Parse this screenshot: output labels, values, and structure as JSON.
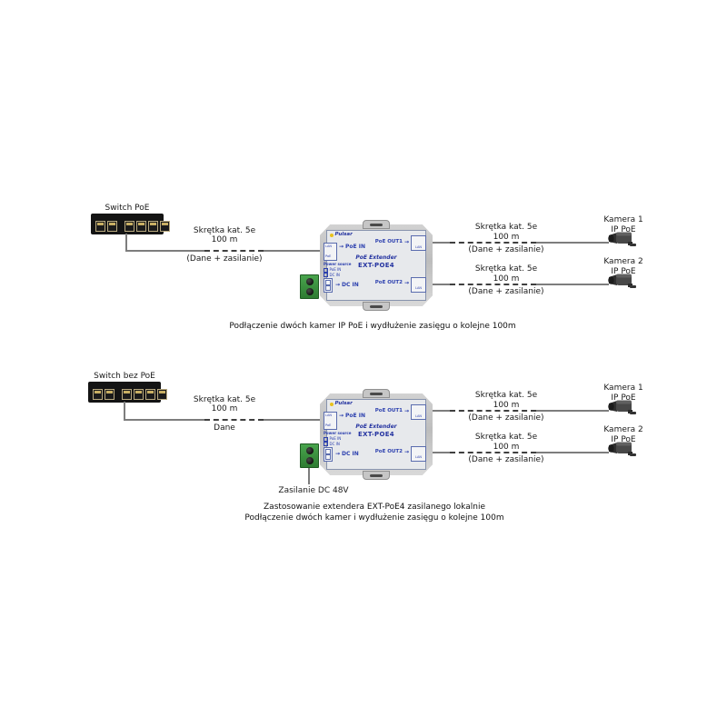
{
  "shared": {
    "extender": {
      "brand": "Pulsar",
      "title": "PoE Extender",
      "model": "EXT-POE4",
      "poe_in": "PoE IN",
      "poe_out1": "PoE OUT1",
      "poe_out2": "PoE OUT2",
      "dc_in": "DC IN",
      "port_lan": "LAN",
      "port_poe": "PoE",
      "out_port": "LAN",
      "power_source": "Power source",
      "ps_opt1": "PoE IN",
      "ps_opt2": "DC IN"
    },
    "cable_poe": {
      "l1": "Skrętka kat. 5e",
      "l2": "100 m",
      "l3": "(Dane + zasilanie)"
    },
    "cable_data": {
      "l1": "Skrętka kat. 5e",
      "l2": "100 m",
      "l3": "Dane"
    },
    "cam1": {
      "name": "Kamera 1",
      "type": "IP PoE"
    },
    "cam2": {
      "name": "Kamera 2",
      "type": "IP PoE"
    }
  },
  "diagram1": {
    "switch_label": "Switch PoE",
    "caption": "Podłączenie dwóch kamer IP PoE i wydłużenie zasięgu o kolejne 100m"
  },
  "diagram2": {
    "switch_label": "Switch bez PoE",
    "psu_label": "Zasilanie DC 48V",
    "caption1": "Zastosowanie extendera EXT-PoE4 zasilanego lokalnie",
    "caption2": "Podłączenie dwóch kamer i wydłużenie zasięgu o kolejne 100m"
  },
  "colors": {
    "line": "#7d7d7d",
    "extender_text": "#2b3fae",
    "terminal_green": "#3d9940",
    "switch_body": "#141414"
  }
}
